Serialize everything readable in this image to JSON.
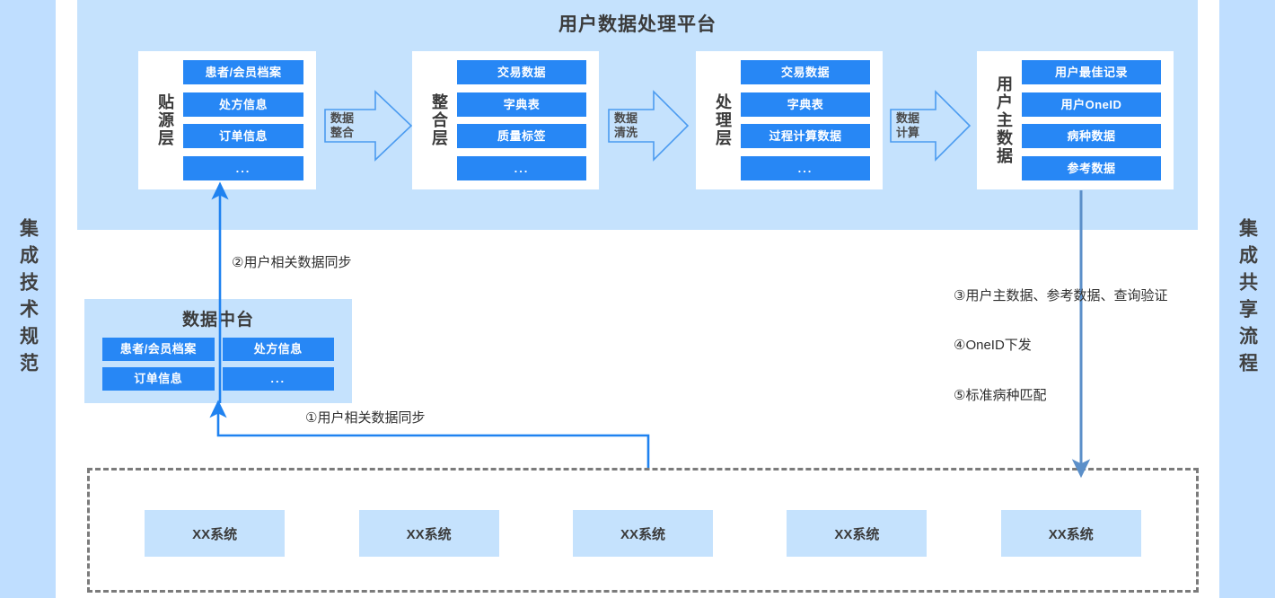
{
  "rails": {
    "left": {
      "text": "集成技术规范"
    },
    "right": {
      "text": "集成共享流程"
    }
  },
  "platform": {
    "title": "用户数据处理平台",
    "bg_color": "#c5e2fd",
    "layers": [
      {
        "label": "贴源层",
        "items": [
          "患者/会员档案",
          "处方信息",
          "订单信息",
          "..."
        ]
      },
      {
        "label": "整合层",
        "items": [
          "交易数据",
          "字典表",
          "质量标签",
          "..."
        ]
      },
      {
        "label": "处理层",
        "items": [
          "交易数据",
          "字典表",
          "过程计算数据",
          "..."
        ]
      },
      {
        "label": "用户主数据",
        "items": [
          "用户最佳记录",
          "用户OneID",
          "病种数据",
          "参考数据"
        ]
      }
    ],
    "arrows": [
      {
        "line1": "数据",
        "line2": "整合"
      },
      {
        "line1": "数据",
        "line2": "清洗"
      },
      {
        "line1": "数据",
        "line2": "计算"
      }
    ]
  },
  "data_middle_platform": {
    "title": "数据中台",
    "items": [
      "患者/会员档案",
      "处方信息",
      "订单信息",
      "..."
    ]
  },
  "systems": {
    "boxes": [
      "XX系统",
      "XX系统",
      "XX系统",
      "XX系统",
      "XX系统"
    ]
  },
  "flows": {
    "f1": "①用户相关数据同步",
    "f2": "②用户相关数据同步",
    "f3": "③用户主数据、参考数据、查询验证",
    "f4": "④OneID下发",
    "f5": "⑤标准病种匹配"
  },
  "colors": {
    "accent_blue": "#2787f5",
    "panel_blue": "#c5e2fd",
    "rail_blue": "#bfdeff",
    "connector_blue": "#1f82f0",
    "steel_arrow": "#5b8fc9",
    "dashed_gray": "#7b7b7b"
  }
}
